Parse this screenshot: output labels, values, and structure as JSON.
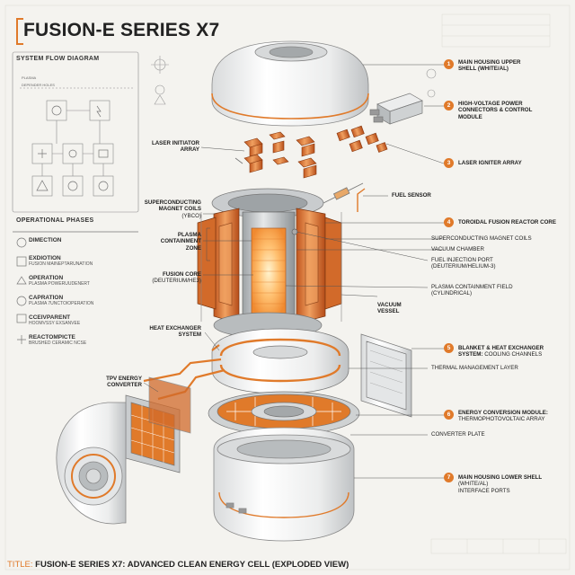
{
  "header": {
    "title": "FUSION-E SERIES X7"
  },
  "flow": {
    "title": "SYSTEM FLOW DIAGRAM",
    "nodes": [
      "PLASMA",
      "DEPENDER HOLES"
    ]
  },
  "phases": {
    "title": "OPERATIONAL PHASES",
    "items": [
      {
        "name": "DIMECTION",
        "desc": ""
      },
      {
        "name": "EXDIOTION",
        "desc": "FUSION MAINEPTARUNATION"
      },
      {
        "name": "OPERATION",
        "desc": "PLASMA POWERUUDENERT"
      },
      {
        "name": "CAPRATION",
        "desc": "PLASMA 7UNCTOIOPERATION"
      },
      {
        "name": "CCEIVPARENT",
        "desc": "HOOMVSSY EXSANVEE"
      },
      {
        "name": "REACTOMPICTE",
        "desc": "BRUSHED CERAMIC NCSE"
      }
    ]
  },
  "callouts": [
    {
      "num": "1",
      "lines": [
        "MAIN HOUSING UPPER",
        "SHELL (WHITE/AL)"
      ],
      "sub": []
    },
    {
      "num": "2",
      "lines": [
        "HIGH-VOLTAGE POWER",
        "CONNECTORS & CONTROL",
        "MODULE"
      ],
      "sub": []
    },
    {
      "num": "3",
      "lines": [
        "LASER IGNITER ARRAY"
      ],
      "sub": []
    },
    {
      "num": "4",
      "lines": [
        "TOROIDAL FUSION REACTOR CORE"
      ],
      "sub": []
    },
    {
      "num": "5",
      "lines": [
        "BLANKET & HEAT EXCHANGER",
        "SYSTEM:"
      ],
      "sub": [
        "COOLING CHANNELS"
      ]
    },
    {
      "num": "6",
      "lines": [
        "ENERGY CONVERSION MODULE:"
      ],
      "sub": [
        "THERMOPHOTOVOLTAIC ARRAY"
      ]
    },
    {
      "num": "7",
      "lines": [
        "MAIN HOUSING LOWER SHELL"
      ],
      "sub": [
        "(WHITE/AL)",
        "INTERFACE PORTS"
      ]
    }
  ],
  "sub_labels": {
    "fuel_sensor": "FUEL SENSOR",
    "magnet_coils": "SUPERCONDUCTING MAGNET COILS",
    "vacuum_chamber": "VACUUM CHAMBER",
    "fuel_port_1": "FUEL INJECTION PORT",
    "fuel_port_2": "(DEUTERIUM/HELIUM-3)",
    "plasma_field_1": "PLASMA CONTAINMENT FIELD",
    "plasma_field_2": "(CYLINDRICAL)",
    "thermal_layer": "THERMAL MANAGEMENT LAYER",
    "converter_plate": "CONVERTER PLATE"
  },
  "left_labels": {
    "laser_1": "LASER INITIATOR",
    "laser_2": "ARRAY",
    "coils_1": "SUPERCONDUCTING",
    "coils_2": "MAGNET COILS",
    "coils_3": "(YBCO)",
    "plasma_1": "PLASMA",
    "plasma_2": "CONTAINMENT",
    "plasma_3": "ZONE",
    "core_1": "FUSION CORE",
    "core_2": "(DEUTERIUM/HE3)",
    "vessel_1": "VACUUM",
    "vessel_2": "VESSEL",
    "hx_1": "HEAT EXCHANGER",
    "hx_2": "SYSTEM",
    "tpv_1": "TPV ENERGY",
    "tpv_2": "CONVERTER"
  },
  "footer": {
    "prefix": "TITLE:",
    "text": "FUSION-E SERIES X7: ADVANCED CLEAN ENERGY CELL (EXPLODED VIEW)"
  },
  "colors": {
    "accent": "#e07a2a",
    "ink": "#2a2a2a",
    "paper": "#f4f3ef",
    "metal": "#c9ccce",
    "copper": "#e8904a"
  }
}
